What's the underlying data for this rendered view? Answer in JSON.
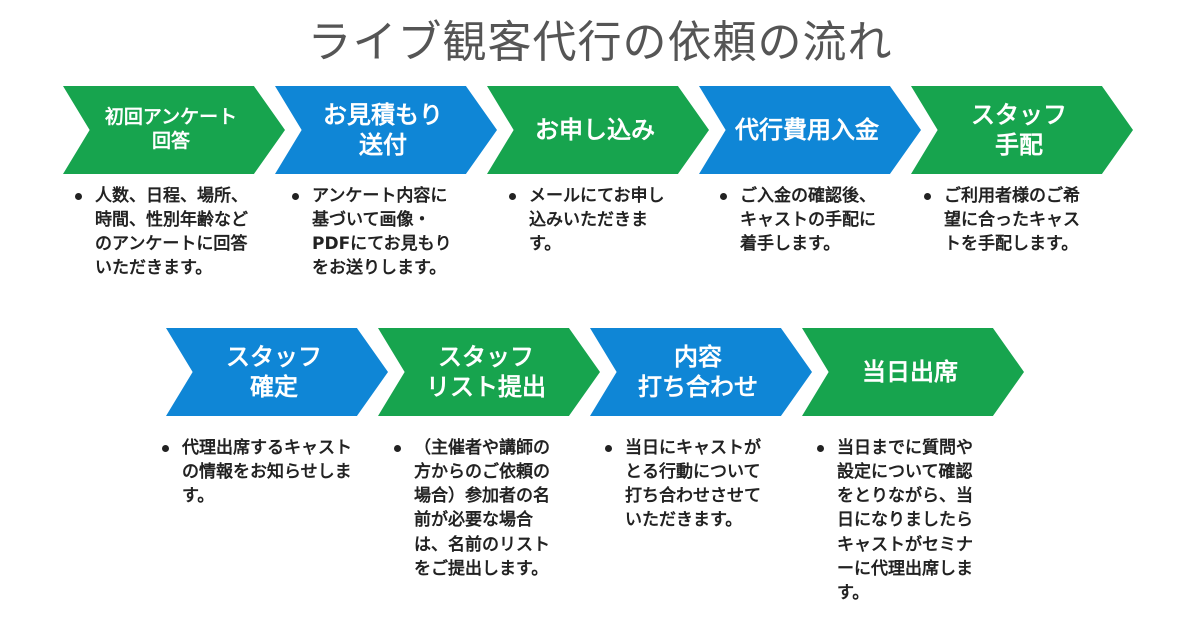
{
  "title": "ライブ観客代行の依頼の流れ",
  "steps": [
    {
      "label": "初回アンケート\n回答",
      "desc": "人数、日程、場所、\n時間、性別年齢など\nのアンケートに回答\nいただきます。",
      "color": "#17a44e"
    },
    {
      "label": "お見積もり\n送付",
      "desc": "アンケート内容に\n基づいて画像・\nPDFにてお見もり\nをお送りします。",
      "color": "#0f86d6"
    },
    {
      "label": "お申し込み",
      "desc": "メールにてお申し\n込みいただきま\nす。",
      "color": "#17a44e"
    },
    {
      "label": "代行費用入金",
      "desc": "ご入金の確認後、\nキャストの手配に\n着手します。",
      "color": "#0f86d6"
    },
    {
      "label": "スタッフ\n手配",
      "desc": "ご利用者様のご希\n望に合ったキャス\nトを手配します。",
      "color": "#17a44e"
    },
    {
      "label": "スタッフ\n確定",
      "desc": "代理出席するキャスト\nの情報をお知らせしま\nす。",
      "color": "#0f86d6"
    },
    {
      "label": "スタッフ\nリスト提出",
      "desc": "（主催者や講師の\n方からのご依頼の\n場合）参加者の名\n前が必要な場合\nは、名前のリスト\nをご提出します。",
      "color": "#17a44e"
    },
    {
      "label": "内容\n打ち合わせ",
      "desc": "当日にキャストが\nとる行動について\n打ち合わせさせて\nいただきます。",
      "color": "#0f86d6"
    },
    {
      "label": "当日出席",
      "desc": "当日までに質問や\n設定について確認\nをとりながら、当\n日になりましたら\nキャストがセミナ\nーに代理出席しま\nす。",
      "color": "#17a44e"
    }
  ]
}
